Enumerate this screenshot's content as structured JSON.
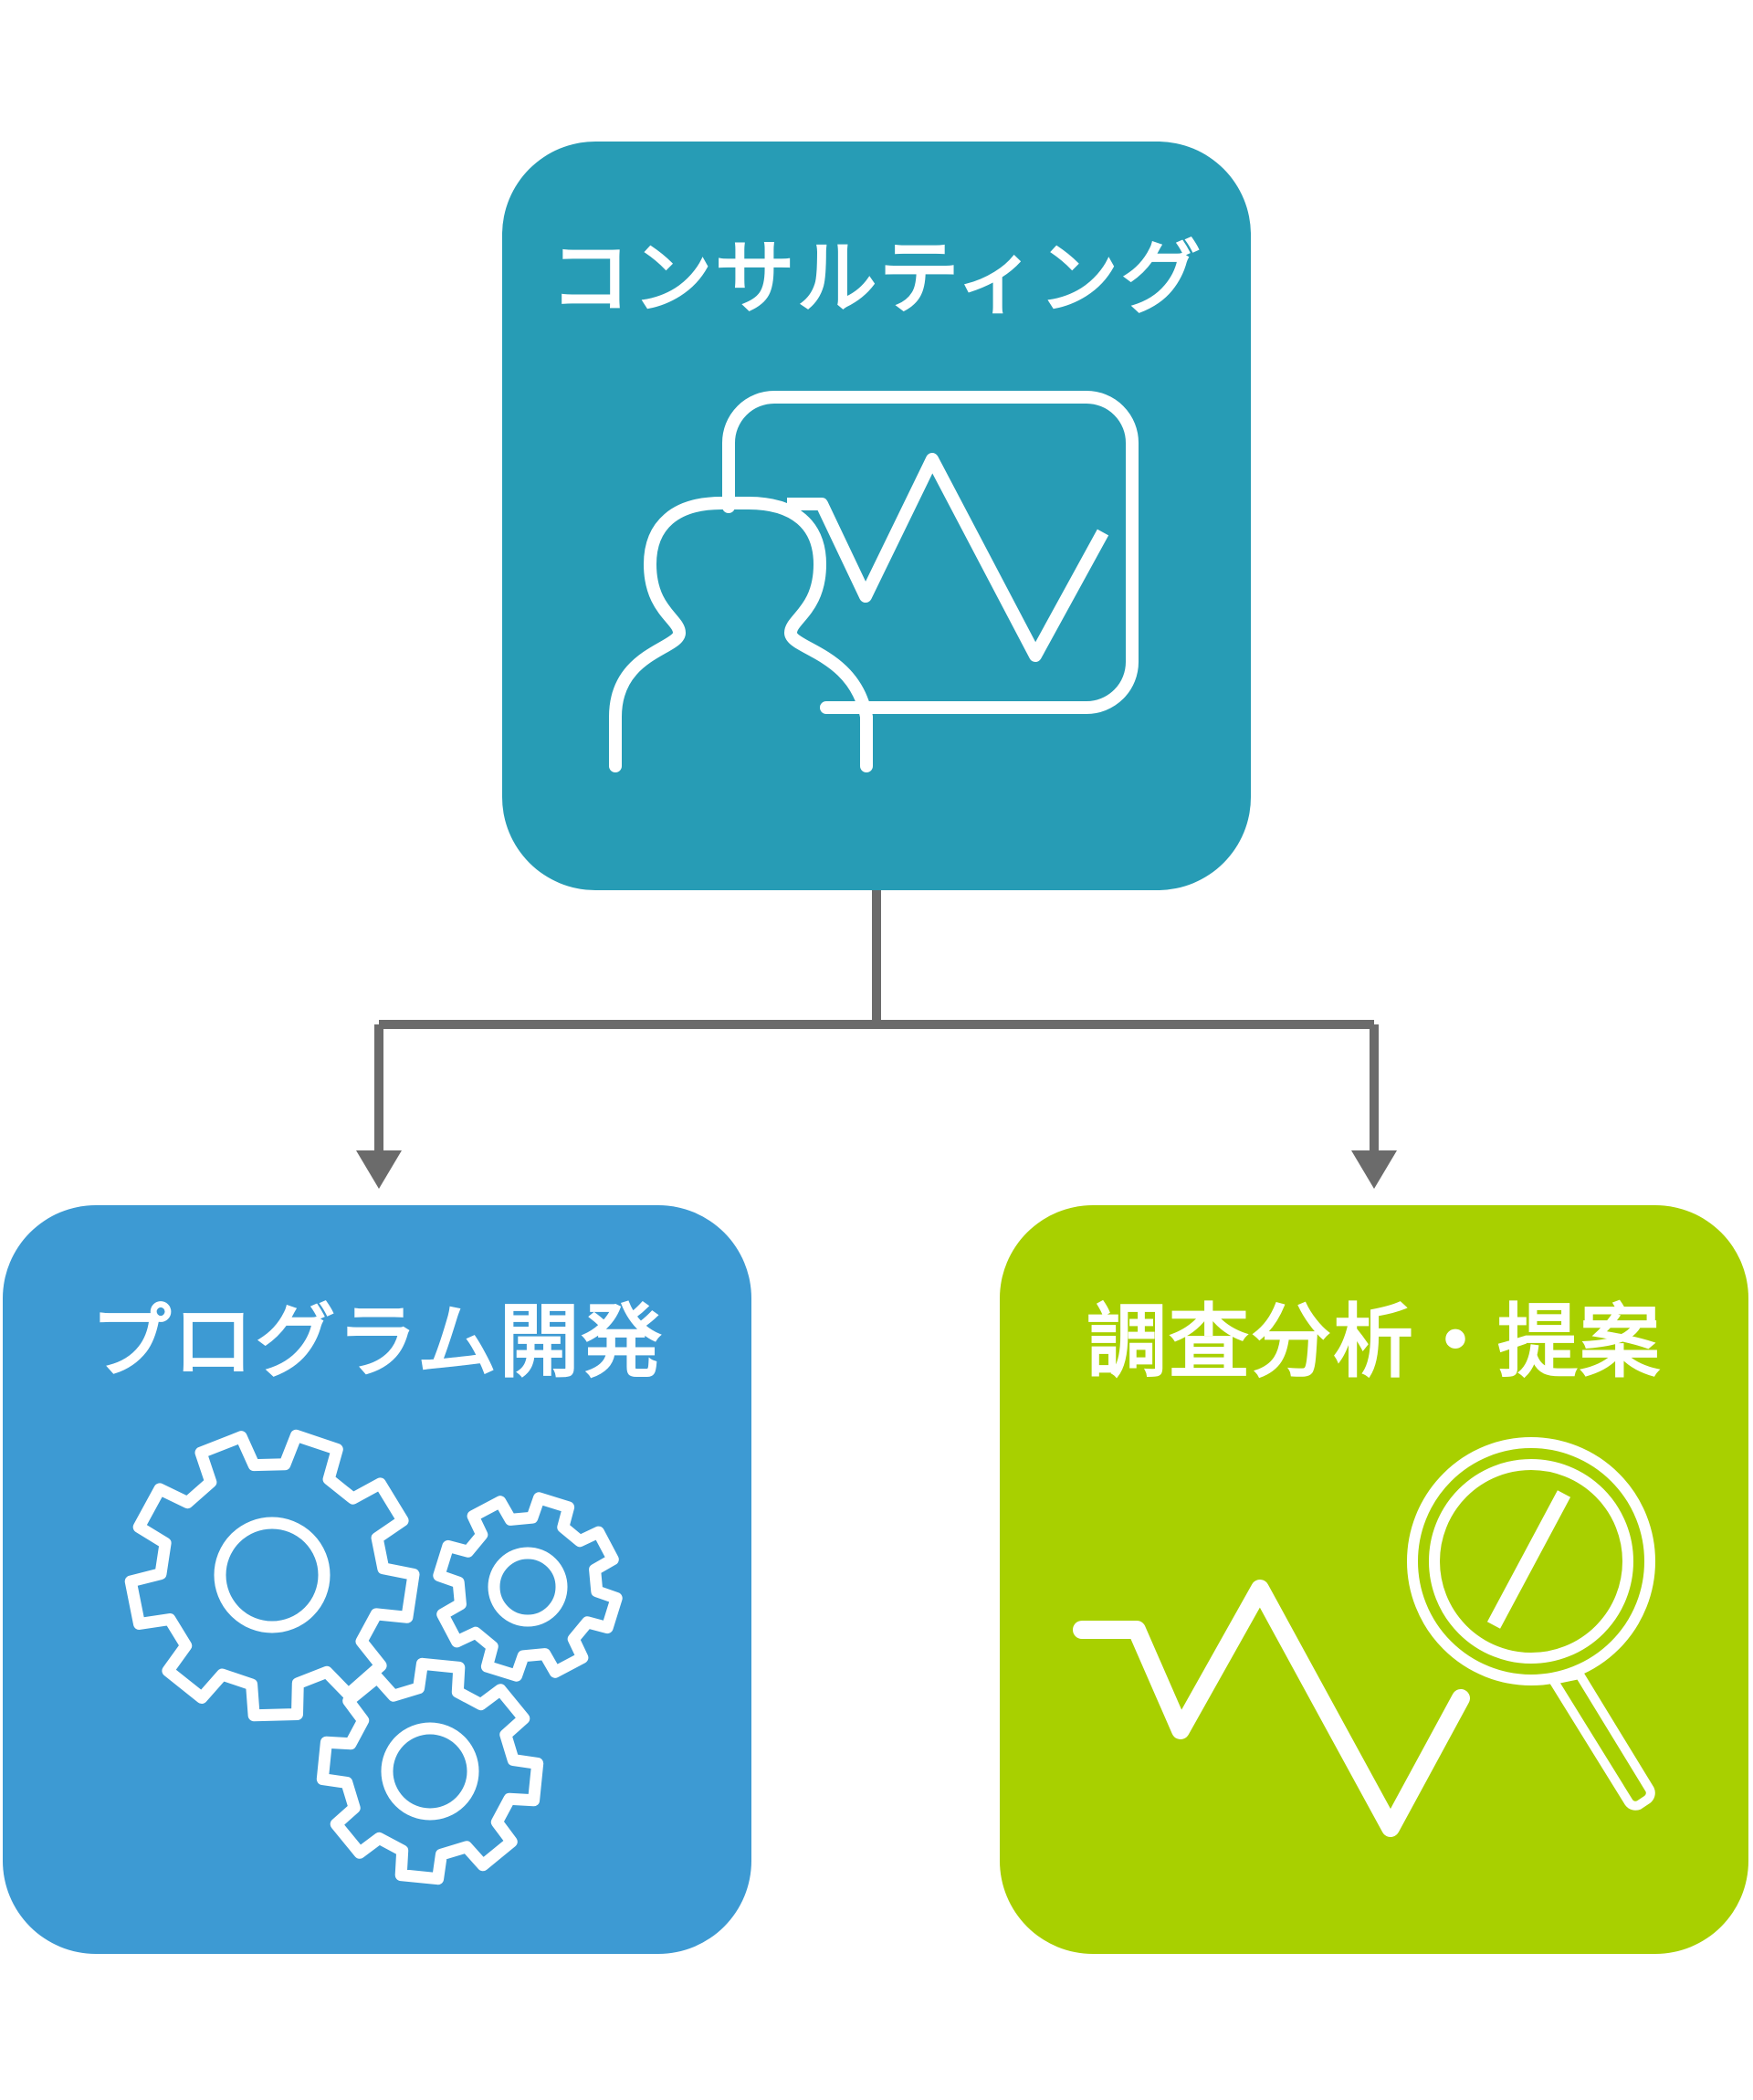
{
  "colors": {
    "connector": "#6b6b6b",
    "icon_stroke": "#ffffff",
    "background": "#ffffff"
  },
  "nodes": {
    "top": {
      "title": "コンサルティング",
      "color": "#279cb5",
      "icon": "presenter-chart-icon"
    },
    "left": {
      "title": "プログラム開発",
      "color": "#3d9ad3",
      "icon": "gears-icon"
    },
    "right": {
      "title": "調査分析・提案",
      "color": "#a8d000",
      "icon": "analysis-magnifier-icon"
    }
  }
}
